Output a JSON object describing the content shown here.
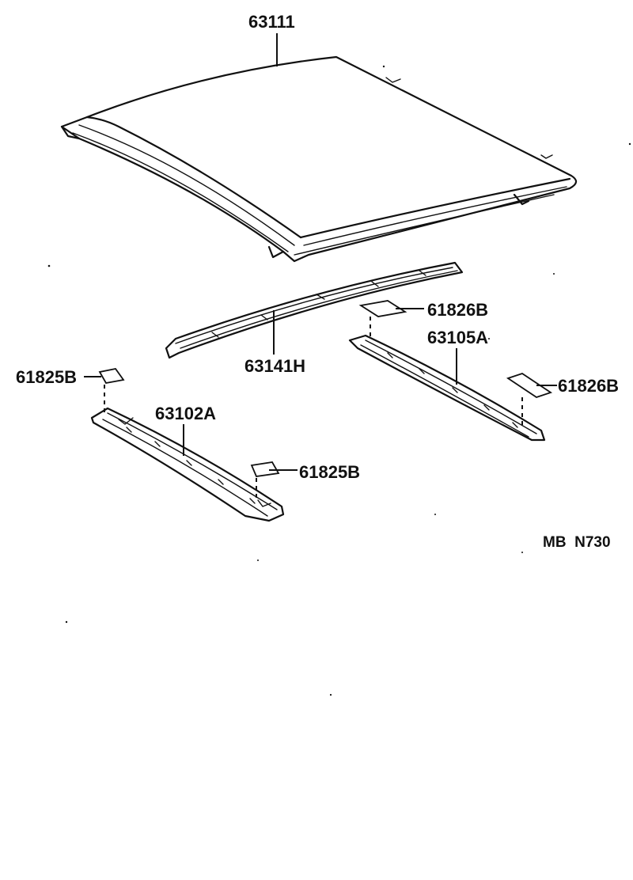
{
  "diagram": {
    "labels": {
      "roof_panel": "63111",
      "rail_front": "63141H",
      "rail_center": "63105A",
      "rail_rear": "63102A",
      "pad_center_top": "61826B",
      "pad_center_right": "61826B",
      "pad_rear_left": "61825B",
      "pad_rear_right": "61825B"
    },
    "drawing_code": "MB  N730"
  }
}
